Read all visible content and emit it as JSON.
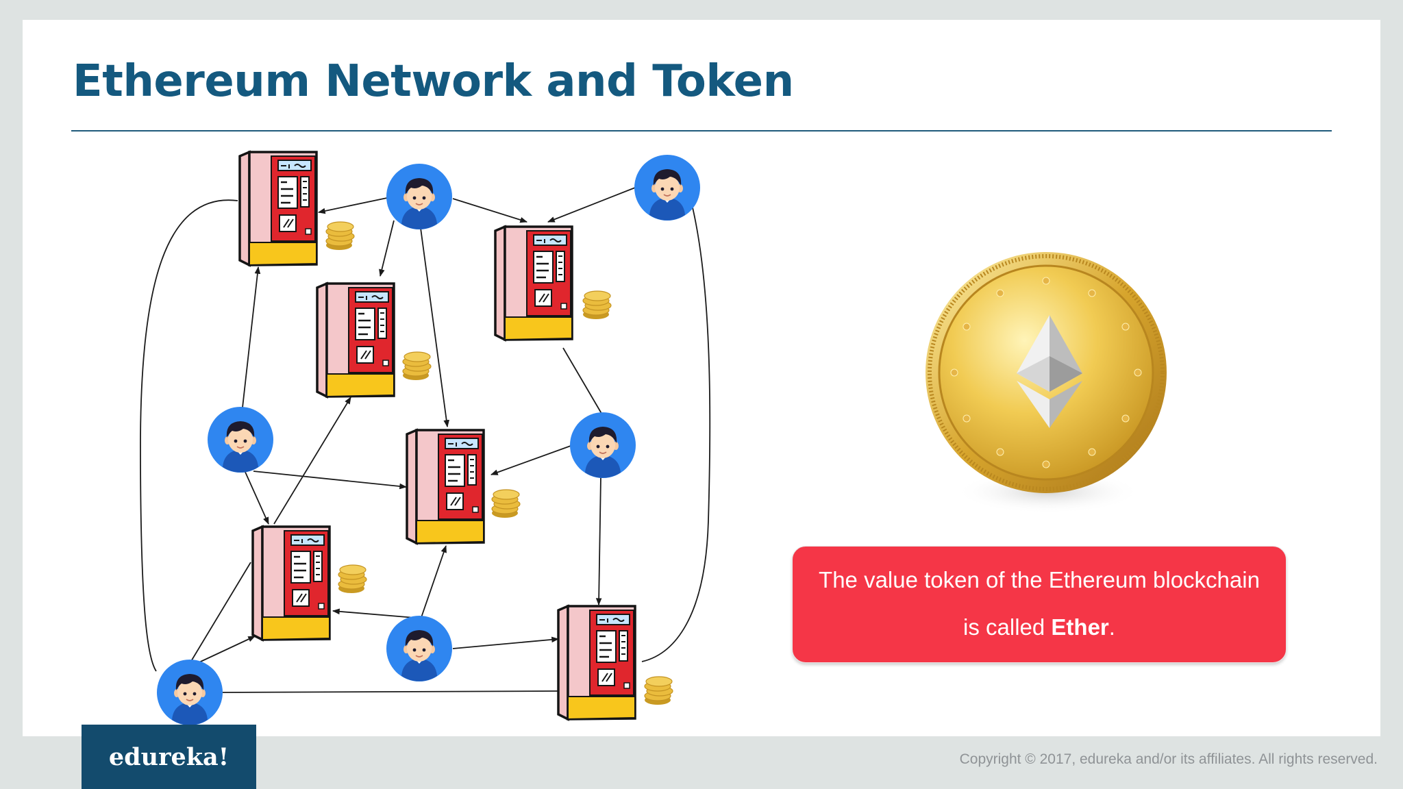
{
  "slide": {
    "title": "Ethereum Network and Token",
    "caption_line1": "The value token of the Ethereum blockchain",
    "caption_line2_prefix": "is called ",
    "caption_line2_bold": "Ether",
    "caption_line2_suffix": ".",
    "logo": "edureka!",
    "copyright": "Copyright © 2017, edureka and/or its affiliates. All rights reserved."
  },
  "colors": {
    "title": "#14597f",
    "caption_bg": "#f53647",
    "logo_bg": "#134b6d",
    "node_blue": "#2f86f0",
    "machine_red": "#e0262d",
    "gold": "#e2b43a"
  },
  "icons": {
    "user": "user-avatar-icon",
    "machine": "vending-machine-icon",
    "coins": "coin-stack-icon",
    "token": "ether-coin-icon"
  }
}
